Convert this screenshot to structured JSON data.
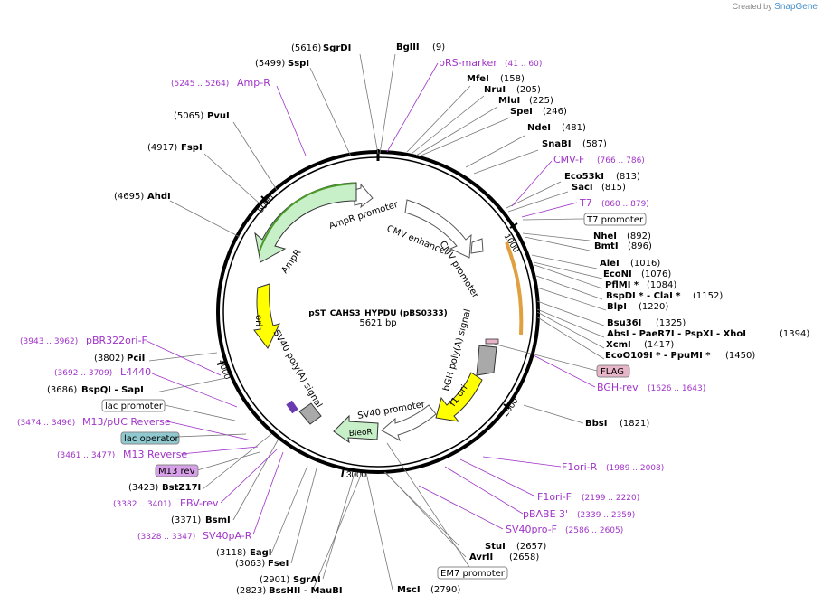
{
  "credit": {
    "prefix": "Created by",
    "brand": "SnapGene"
  },
  "plasmid": {
    "name": "pST_CAHS3_HYPDU (pBS0333)",
    "length": "5621 bp"
  },
  "ticks": [
    "1000",
    "2000",
    "3000",
    "4000",
    "5000"
  ],
  "features": [
    "AmpR promoter",
    "AmpR",
    "ori",
    "CMV enhancer",
    "CMV promoter",
    "SV40 poly(A) signal",
    "bGH poly(A) signal",
    "f1 ori",
    "SV40 promoter",
    "BleoR"
  ],
  "boxed_labels": [
    "T7 promoter",
    "FLAG",
    "lac promoter",
    "lac operator",
    "M13 rev",
    "EM7 promoter"
  ],
  "enzymes": [
    {
      "name": "SgrDI",
      "pos": "(5616)"
    },
    {
      "name": "BglII",
      "pos": "(9)"
    },
    {
      "name": "SspI",
      "pos": "(5499)"
    },
    {
      "name": "MfeI",
      "pos": "(158)"
    },
    {
      "name": "NruI",
      "pos": "(205)"
    },
    {
      "name": "MluI",
      "pos": "(225)"
    },
    {
      "name": "SpeI",
      "pos": "(246)"
    },
    {
      "name": "PvuI",
      "pos": "(5065)"
    },
    {
      "name": "NdeI",
      "pos": "(481)"
    },
    {
      "name": "SnaBI",
      "pos": "(587)"
    },
    {
      "name": "FspI",
      "pos": "(4917)"
    },
    {
      "name": "Eco53kI",
      "pos": "(813)"
    },
    {
      "name": "SacI",
      "pos": "(815)"
    },
    {
      "name": "AhdI",
      "pos": "(4695)"
    },
    {
      "name": "NheI",
      "pos": "(892)"
    },
    {
      "name": "BmtI",
      "pos": "(896)"
    },
    {
      "name": "AleI",
      "pos": "(1016)"
    },
    {
      "name": "EcoNI",
      "pos": "(1076)"
    },
    {
      "name": "PflMI *",
      "pos": "(1084)"
    },
    {
      "name": "BspDI *  - ClaI *",
      "pos": "(1152)"
    },
    {
      "name": "BlpI",
      "pos": "(1220)"
    },
    {
      "name": "Bsu36I",
      "pos": "(1325)"
    },
    {
      "name": "AbsI  - PaeR7I  - PspXI  - XhoI",
      "pos": "(1394)"
    },
    {
      "name": "XcmI",
      "pos": "(1417)"
    },
    {
      "name": "EcoO109I *  - PpuMI *",
      "pos": "(1450)"
    },
    {
      "name": "PciI",
      "pos": "(3802)"
    },
    {
      "name": "BspQI  - SapI",
      "pos": "(3686)"
    },
    {
      "name": "BbsI",
      "pos": "(1821)"
    },
    {
      "name": "BstZ17I",
      "pos": "(3423)"
    },
    {
      "name": "BsmI",
      "pos": "(3371)"
    },
    {
      "name": "EagI",
      "pos": "(3118)"
    },
    {
      "name": "FseI",
      "pos": "(3063)"
    },
    {
      "name": "StuI",
      "pos": "(2657)"
    },
    {
      "name": "AvrII",
      "pos": "(2658)"
    },
    {
      "name": "SgrAI",
      "pos": "(2901)"
    },
    {
      "name": "BssHII  - MauBI",
      "pos": "(2823)"
    },
    {
      "name": "MscI",
      "pos": "(2790)"
    }
  ],
  "primers": [
    {
      "name": "pRS-marker",
      "range": "(41 .. 60)"
    },
    {
      "name": "Amp-R",
      "range": "(5245 .. 5264)"
    },
    {
      "name": "CMV-F",
      "range": "(766 .. 786)"
    },
    {
      "name": "T7",
      "range": "(860 .. 879)"
    },
    {
      "name": "pBR322ori-F",
      "range": "(3943 .. 3962)"
    },
    {
      "name": "L4440",
      "range": "(3692 .. 3709)"
    },
    {
      "name": "BGH-rev",
      "range": "(1626 .. 1643)"
    },
    {
      "name": "M13/pUC Reverse",
      "range": "(3474 .. 3496)"
    },
    {
      "name": "M13 Reverse",
      "range": "(3461 .. 3477)"
    },
    {
      "name": "F1ori-R",
      "range": "(1989 .. 2008)"
    },
    {
      "name": "EBV-rev",
      "range": "(3382 .. 3401)"
    },
    {
      "name": "F1ori-F",
      "range": "(2199 .. 2220)"
    },
    {
      "name": "pBABE 3'",
      "range": "(2339 .. 2359)"
    },
    {
      "name": "SV40pA-R",
      "range": "(3328 .. 3347)"
    },
    {
      "name": "SV40pro-F",
      "range": "(2586 .. 2605)"
    }
  ]
}
